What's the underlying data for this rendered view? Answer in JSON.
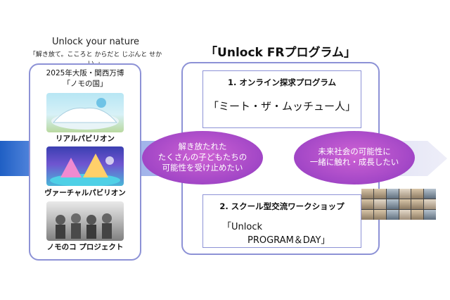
{
  "left": {
    "title": "Unlock your nature",
    "subtitle": "「解き放て。こころと からだと じぶんと せかい。」",
    "expo_title": "2025年大阪・関西万博",
    "expo_sub": "「ノモの国」",
    "items": [
      {
        "label": "リアルパビリオン"
      },
      {
        "label": "ヴァーチャルパビリオン"
      },
      {
        "label": "ノモのコ プロジェクト"
      }
    ]
  },
  "center": {
    "ellipse_left": [
      "解き放たれた",
      "たくさんの子どもたちの",
      "可能性を受け止めたい"
    ],
    "ellipse_right": [
      "未来社会の可能性に",
      "一緒に触れ・成長したい"
    ]
  },
  "right": {
    "title": "「Unlock FRプログラム」",
    "program1": {
      "title": "1. オンライン探求プログラム",
      "name": "「ミート・ザ・ムッチュー人」"
    },
    "program2": {
      "title": "2. スクール型交流ワークショップ",
      "line1": "「Unlock",
      "line2": "PROGRAM＆DAY」"
    }
  },
  "colors": {
    "band_start": "#1f5fc4",
    "band_end": "#ecedf7",
    "box_border": "#8d92d6",
    "ellipse": "#b04ec9"
  }
}
